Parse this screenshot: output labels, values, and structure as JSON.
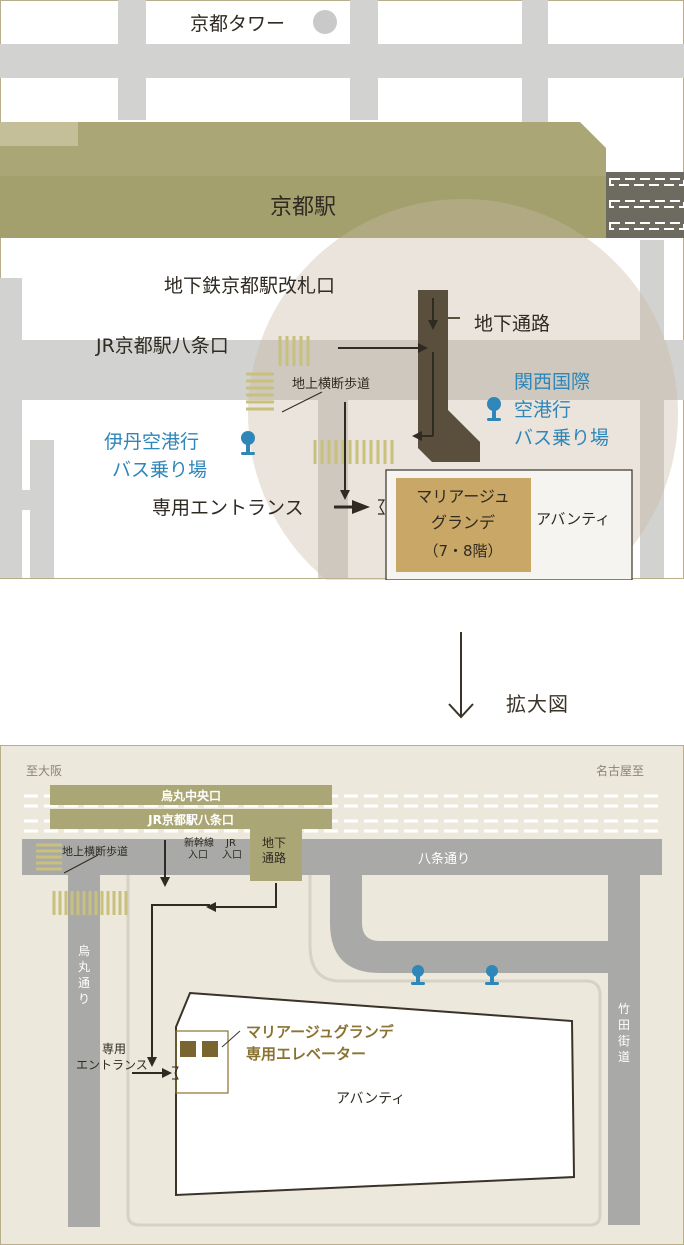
{
  "top_map": {
    "kyoto_tower": "京都タワー",
    "kyoto_station": "京都駅",
    "subway_gate": "地下鉄京都駅改札口",
    "underground_passage": "地下通路",
    "jr_hachijo_exit": "JR京都駅八条口",
    "crosswalk": "地上横断歩道",
    "itami_bus_line1": "伊丹空港行",
    "itami_bus_line2": "バス乗り場",
    "kansai_bus_line1": "関西国際",
    "kansai_bus_line2": "空港行",
    "kansai_bus_line3": "バス乗り場",
    "private_entrance": "専用エントランス",
    "venue_line1": "マリアージュ",
    "venue_line2": "グランデ",
    "venue_line3": "（7・8階）",
    "avanti": "アバンティ"
  },
  "zoom_label": "拡大図",
  "detail_map": {
    "to_osaka": "至大阪",
    "to_nagoya": "名古屋至",
    "karasuma_central_exit": "烏丸中央口",
    "jr_hachijo_exit": "JR京都駅八条口",
    "crosswalk": "地上横断歩道",
    "shinkansen_entrance_line1": "新幹線",
    "shinkansen_entrance_line2": "入口",
    "jr_entrance_line1": "JR",
    "jr_entrance_line2": "入口",
    "underground_line1": "地下",
    "underground_line2": "通路",
    "hachijo_street": "八条通り",
    "karasuma_street": "烏丸通り",
    "takeda_street": "竹田街道",
    "private_entrance_line1": "専用",
    "private_entrance_line2": "エントランス",
    "elevator_line1": "マリアージュグランデ",
    "elevator_line2": "専用エレベーター",
    "avanti": "アバンティ"
  },
  "colors": {
    "station_band": "#aba676",
    "road": "#d2d2d0",
    "bus_blue": "#2f86b8",
    "venue_gold": "#c9a766",
    "frame": "#b8ae8a",
    "detail_bg": "#ece8dc",
    "text_dark": "#2f2a22",
    "gold_text": "#8a7232"
  },
  "icons": [
    "kyoto-tower-icon",
    "bus-stop-icon",
    "down-arrow-icon"
  ]
}
